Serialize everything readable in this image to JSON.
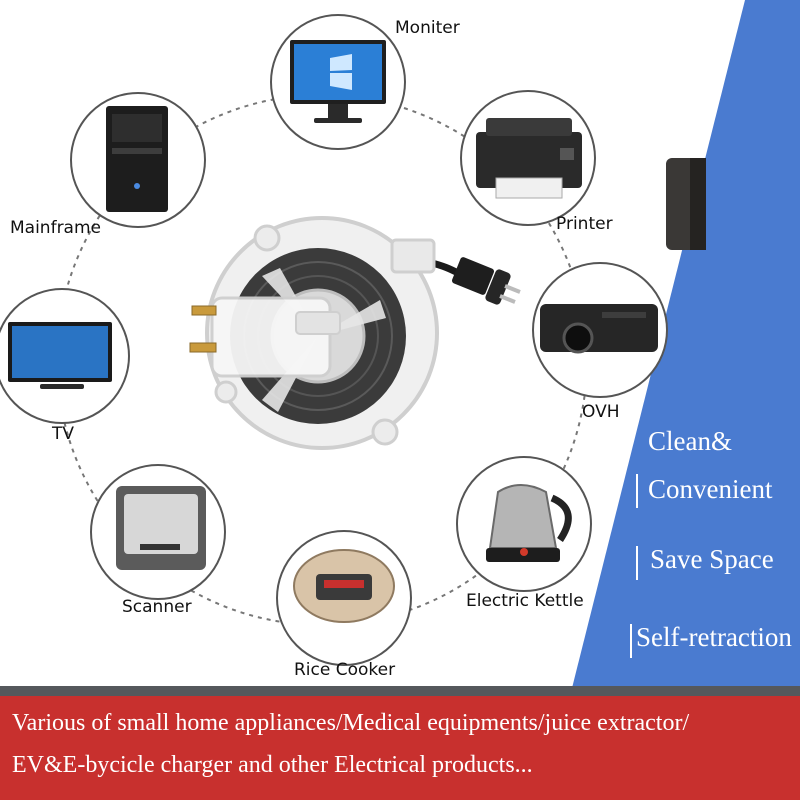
{
  "appliances": {
    "moniter": "Moniter",
    "printer": "Printer",
    "mainframe": "Mainframe",
    "ovh": "OVH",
    "tv": "TV",
    "electric_kettle": "Electric Kettle",
    "scanner": "Scanner",
    "rice_cooker": "Rice Cooker"
  },
  "features": {
    "clean_line1": "Clean&",
    "clean_line2": "Convenient",
    "save_space": "Save Space",
    "self_retraction": "Self-retraction"
  },
  "banner": {
    "line1": "Various of small home appliances/Medical equipments/juice extractor/",
    "line2": "EV&E-bycicle charger and other Electrical products..."
  },
  "colors": {
    "blue_panel": "#4a7bd0",
    "banner_red": "#c8302e",
    "dark_strip": "#55585c"
  }
}
